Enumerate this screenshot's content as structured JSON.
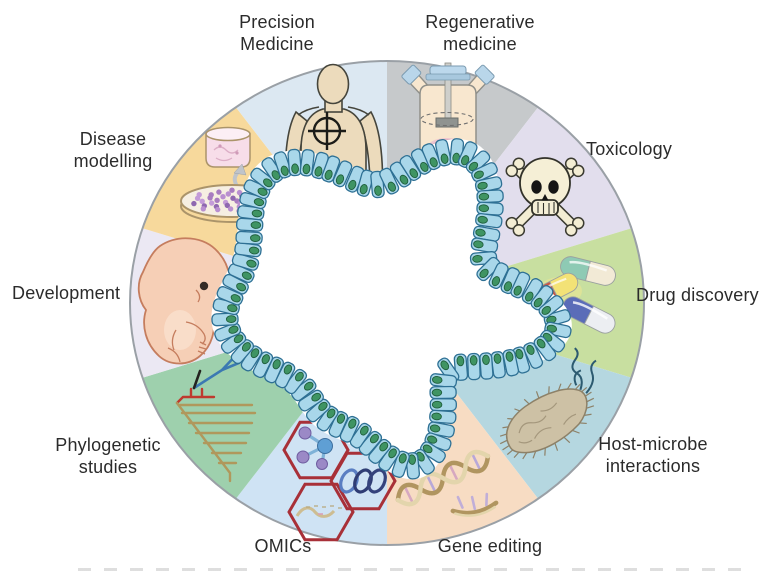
{
  "segments": [
    {
      "id": "regenerative-medicine",
      "label": "Regenerative\nmedicine",
      "color": "#c6c9cb",
      "icon": "bioreactor-icon"
    },
    {
      "id": "toxicology",
      "label": "Toxicology",
      "color": "#e2deed",
      "icon": "skull-icon"
    },
    {
      "id": "drug-discovery",
      "label": "Drug discovery",
      "color": "#c8dfa0",
      "icon": "pills-icon"
    },
    {
      "id": "host-microbe-interactions",
      "label": "Host-microbe\ninteractions",
      "color": "#b5d7e0",
      "icon": "microbe-icon"
    },
    {
      "id": "gene-editing",
      "label": "Gene editing",
      "color": "#f7dcc3",
      "icon": "dna-icon"
    },
    {
      "id": "omics",
      "label": "OMICs",
      "color": "#cfe3f4",
      "icon": "hexagons-icon"
    },
    {
      "id": "phylogenetic-studies",
      "label": "Phylogenetic\nstudies",
      "color": "#9ed0ad",
      "icon": "tree-icon"
    },
    {
      "id": "development",
      "label": "Development",
      "color": "#ebe8f3",
      "icon": "embryo-icon"
    },
    {
      "id": "disease-modelling",
      "label": "Disease\nmodelling",
      "color": "#f7d99c",
      "icon": "petri-dish-icon"
    },
    {
      "id": "precision-medicine",
      "label": "Precision\nMedicine",
      "color": "#dce8f2",
      "icon": "human-body-icon"
    }
  ],
  "organoid": {
    "cell_fill": "#a9d7ea",
    "cell_stroke": "#2e7094",
    "nucleus_fill": "#3f9463",
    "nucleus_stroke": "#1f5e3c",
    "lumen": "#ffffff"
  },
  "wheel": {
    "rim_color": "#9aa0a6"
  }
}
